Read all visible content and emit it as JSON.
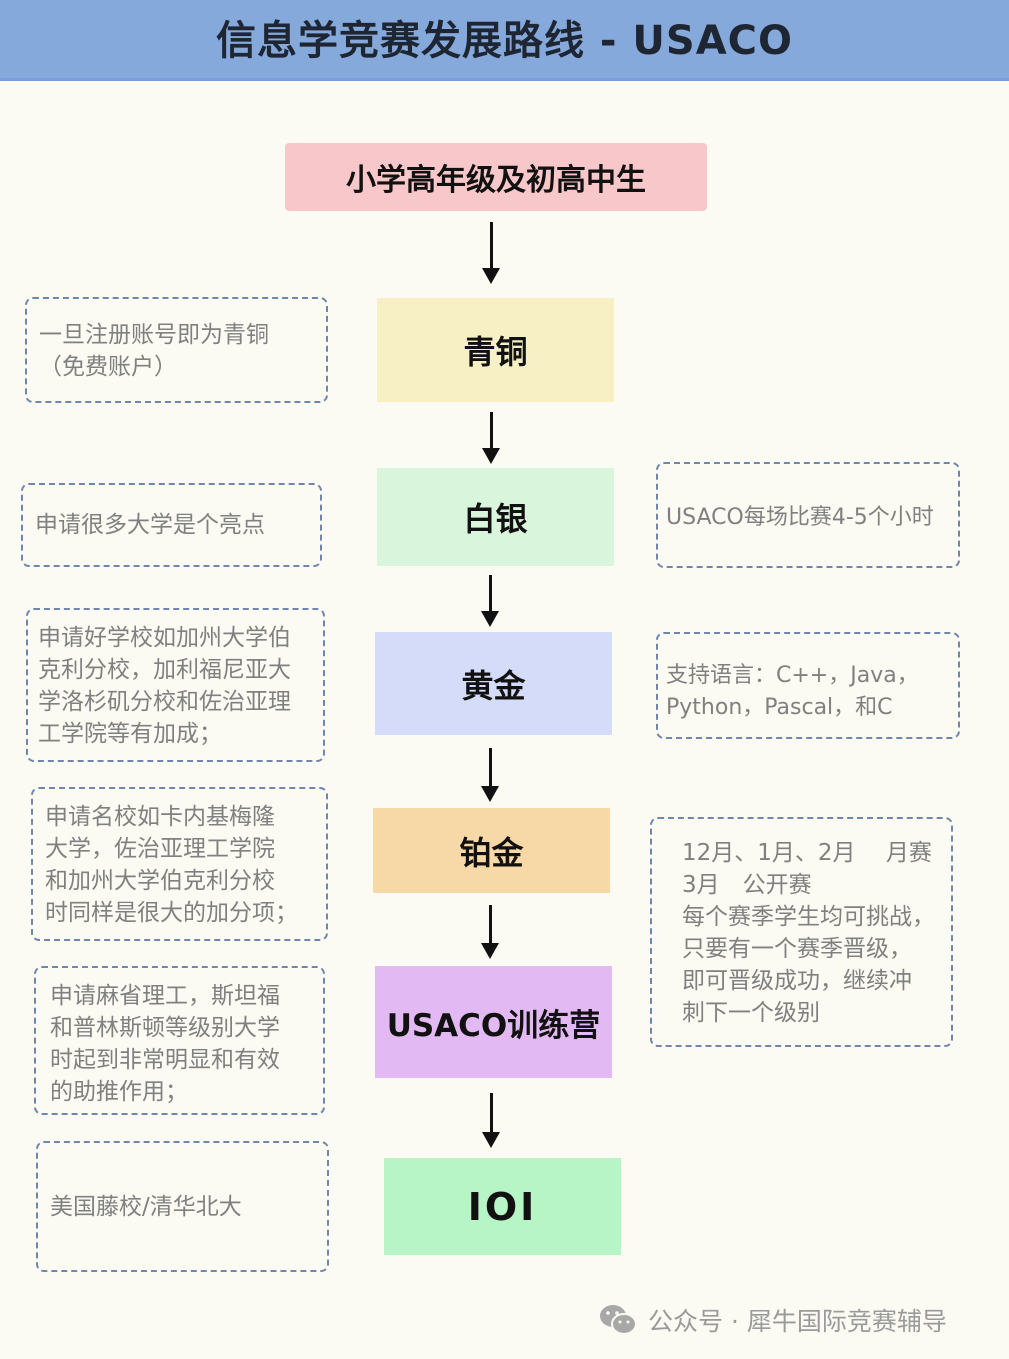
{
  "header": {
    "title": "信息学竞赛发展路线 - USACO"
  },
  "start": "小学高年级及初高中生",
  "stages": {
    "bronze": "青铜",
    "silver": "白银",
    "gold": "黄金",
    "platinum": "铂金",
    "camp": "USACO训练营",
    "ioi": "IOI"
  },
  "notes_left": {
    "bronze": [
      "一旦注册账号即为青铜",
      "（免费账户）"
    ],
    "silver": [
      "申请很多大学是个亮点"
    ],
    "gold": [
      "申请好学校如加州大学伯",
      "克利分校，加利福尼亚大",
      "学洛杉矶分校和佐治亚理",
      "工学院等有加成；"
    ],
    "platinum": [
      "申请名校如卡内基梅隆",
      "大学，佐治亚理工学院",
      "和加州大学伯克利分校",
      "时同样是很大的加分项；"
    ],
    "camp": [
      "申请麻省理工，斯坦福",
      "和普林斯顿等级别大学",
      "时起到非常明显和有效",
      "的助推作用；"
    ],
    "ioi": [
      "美国藤校/清华北大"
    ]
  },
  "notes_right": {
    "duration": [
      "USACO每场比赛4-5个小时"
    ],
    "languages": [
      "支持语言：C++，Java，",
      "Python，Pascal，和C"
    ],
    "schedule": [
      "12月、1月、2月　 月赛",
      "3月　公开赛",
      "每个赛季学生均可挑战，",
      "只要有一个赛季晋级，",
      "即可晋级成功，继续冲",
      "刺下一个级别"
    ]
  },
  "watermark": {
    "text": "公众号 · 犀牛国际竞赛辅导",
    "icon": "wechat-icon"
  },
  "colors": {
    "header": "#86a9dc",
    "start": "#f7c7c9",
    "bronze": "#f6f0c4",
    "silver": "#d9f6dc",
    "gold": "#d5dcfa",
    "platinum": "#f7d9a8",
    "camp": "#e3b9f3",
    "ioi": "#b7f4c6",
    "note_border": "#6f86ad"
  }
}
